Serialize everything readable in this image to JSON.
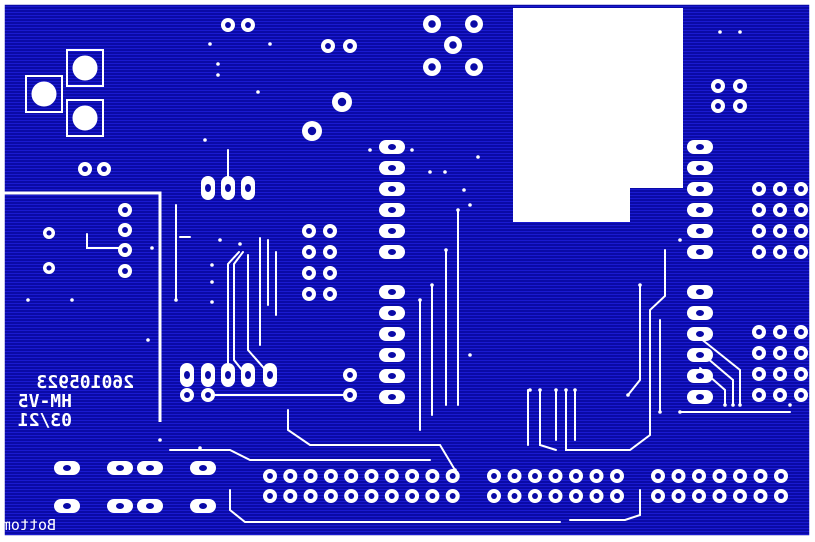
{
  "board": {
    "layer_label": "Bottom",
    "silkscreen_lines": [
      "260105923",
      "HM-V5",
      "03/21"
    ]
  },
  "colors": {
    "copper_fill": "#0a0aa6",
    "copper_stripe": "#1a1ad0",
    "trace": "#ffffff",
    "pad": "#ffffff",
    "drill": "#0a0aa6",
    "outline": "#ffffff",
    "background": "#ffffff"
  }
}
